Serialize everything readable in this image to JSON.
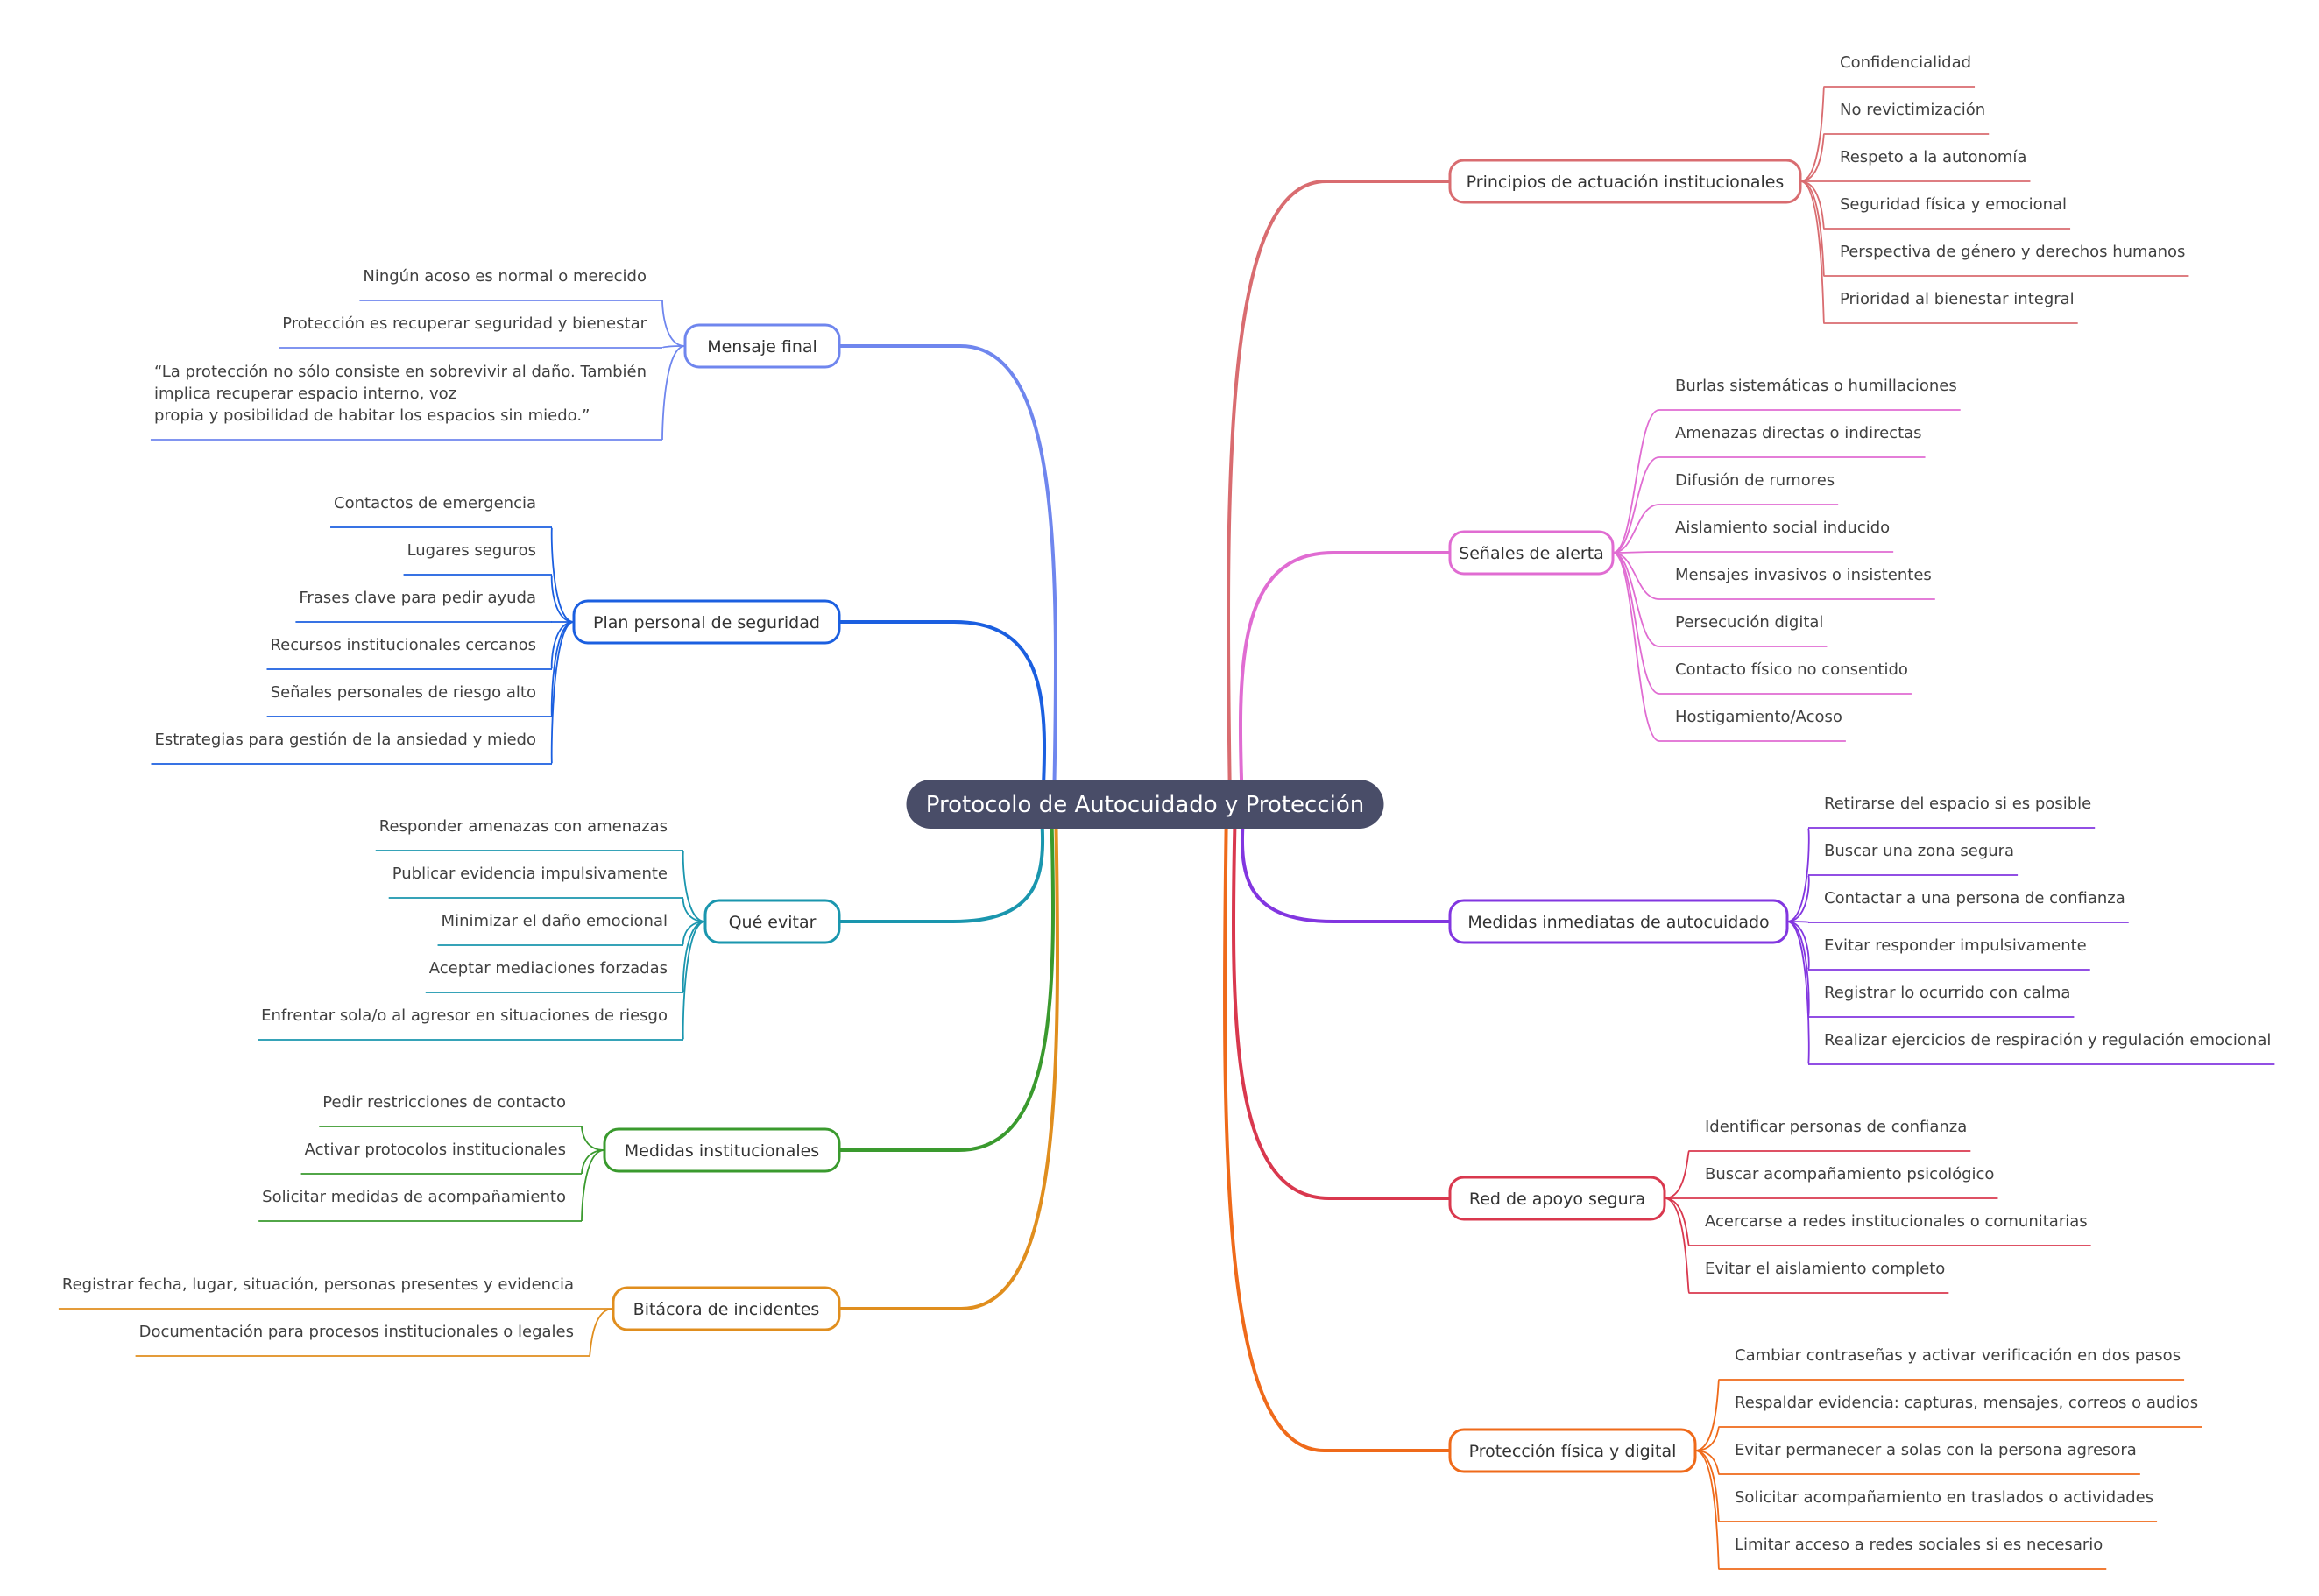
{
  "center": {
    "label": "Protocolo de Autocuidado y Protección",
    "color": "#494d68"
  },
  "branches": [
    {
      "id": "principios",
      "side": "right",
      "label": "Principios de actuación institucionales",
      "color": "#d96c70",
      "items": [
        "Confidencialidad",
        "No revictimización",
        "Respeto a la autonomía",
        "Seguridad física y emocional",
        "Perspectiva de género y derechos humanos",
        "Prioridad al bienestar integral"
      ]
    },
    {
      "id": "senales",
      "side": "right",
      "label": "Señales de alerta",
      "color": "#e06cd2",
      "items": [
        "Burlas sistemáticas o humillaciones",
        "Amenazas directas o indirectas",
        "Difusión de rumores",
        "Aislamiento social inducido",
        "Mensajes invasivos o insistentes",
        "Persecución digital",
        "Contacto físico no consentido",
        "Hostigamiento/Acoso"
      ]
    },
    {
      "id": "medidas-inmediatas",
      "side": "right",
      "label": "Medidas inmediatas de autocuidado",
      "color": "#8236e0",
      "items": [
        "Retirarse del espacio si es posible",
        "Buscar una zona segura",
        "Contactar a una persona de confianza",
        "Evitar responder impulsivamente",
        "Registrar lo ocurrido con calma",
        "Realizar ejercicios de respiración y regulación emocional"
      ]
    },
    {
      "id": "red-apoyo",
      "side": "right",
      "label": "Red de apoyo segura",
      "color": "#d9384e",
      "items": [
        "Identificar personas de confianza",
        "Buscar acompañamiento psicológico",
        "Acercarse a redes institucionales o comunitarias",
        "Evitar el aislamiento completo"
      ]
    },
    {
      "id": "proteccion",
      "side": "right",
      "label": "Protección física y digital",
      "color": "#ef6a1a",
      "items": [
        "Cambiar contraseñas y activar verificación en dos pasos",
        "Respaldar evidencia: capturas, mensajes, correos o audios",
        "Evitar permanecer a solas con la persona agresora",
        "Solicitar acompañamiento en traslados o actividades",
        "Limitar acceso a redes sociales si es necesario"
      ]
    },
    {
      "id": "mensaje-final",
      "side": "left",
      "label": "Mensaje final",
      "color": "#6f86ee",
      "items": [
        "Ningún acoso es normal o merecido",
        "Protección es recuperar seguridad y bienestar",
        "“La protección no sólo consiste en sobrevivir al daño. También\nimplica recuperar espacio interno, voz\npropia y posibilidad de habitar los espacios sin miedo.”"
      ]
    },
    {
      "id": "plan-personal",
      "side": "left",
      "label": "Plan personal de seguridad",
      "color": "#1b5fe0",
      "items": [
        "Contactos de emergencia",
        "Lugares seguros",
        "Frases clave para pedir ayuda",
        "Recursos institucionales cercanos",
        "Señales personales de riesgo alto",
        "Estrategias para gestión de la ansiedad y miedo"
      ]
    },
    {
      "id": "que-evitar",
      "side": "left",
      "label": "Qué evitar",
      "color": "#1a96ae",
      "items": [
        "Responder amenazas con amenazas",
        "Publicar evidencia impulsivamente",
        "Minimizar el daño emocional",
        "Aceptar mediaciones forzadas",
        "Enfrentar sola/o al agresor en situaciones de riesgo"
      ]
    },
    {
      "id": "medidas-institucionales",
      "side": "left",
      "label": "Medidas institucionales",
      "color": "#3a9a2e",
      "items": [
        "Pedir restricciones de contacto",
        "Activar protocolos institucionales",
        "Solicitar medidas de acompañamiento"
      ]
    },
    {
      "id": "bitacora",
      "side": "left",
      "label": "Bitácora de incidentes",
      "color": "#e08e1e",
      "items": [
        "Registrar fecha, lugar, situación, personas presentes y evidencia",
        "Documentación para procesos institucionales o legales"
      ]
    }
  ]
}
